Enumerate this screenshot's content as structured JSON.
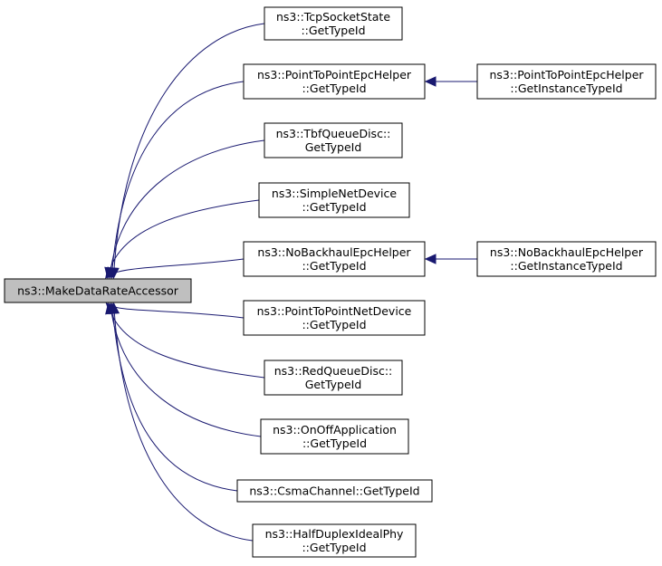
{
  "nodes": {
    "root": {
      "lines": [
        "ns3::MakeDataRateAccessor"
      ]
    },
    "tcp": {
      "lines": [
        "ns3::TcpSocketState",
        "::GetTypeId"
      ]
    },
    "p2pepc": {
      "lines": [
        "ns3::PointToPointEpcHelper",
        "::GetTypeId"
      ]
    },
    "p2pepc_inst": {
      "lines": [
        "ns3::PointToPointEpcHelper",
        "::GetInstanceTypeId"
      ]
    },
    "tbf": {
      "lines": [
        "ns3::TbfQueueDisc::",
        "GetTypeId"
      ]
    },
    "simple": {
      "lines": [
        "ns3::SimpleNetDevice",
        "::GetTypeId"
      ]
    },
    "nobackhaul": {
      "lines": [
        "ns3::NoBackhaulEpcHelper",
        "::GetTypeId"
      ]
    },
    "nobackhaul_inst": {
      "lines": [
        "ns3::NoBackhaulEpcHelper",
        "::GetInstanceTypeId"
      ]
    },
    "p2pnet": {
      "lines": [
        "ns3::PointToPointNetDevice",
        "::GetTypeId"
      ]
    },
    "red": {
      "lines": [
        "ns3::RedQueueDisc::",
        "GetTypeId"
      ]
    },
    "onoff": {
      "lines": [
        "ns3::OnOffApplication",
        "::GetTypeId"
      ]
    },
    "csma": {
      "lines": [
        "ns3::CsmaChannel::GetTypeId"
      ]
    },
    "halfduplex": {
      "lines": [
        "ns3::HalfDuplexIdealPhy",
        "::GetTypeId"
      ]
    }
  },
  "edges": [
    {
      "from": "tcp",
      "to": "root"
    },
    {
      "from": "p2pepc",
      "to": "root"
    },
    {
      "from": "tbf",
      "to": "root"
    },
    {
      "from": "simple",
      "to": "root"
    },
    {
      "from": "nobackhaul",
      "to": "root"
    },
    {
      "from": "p2pnet",
      "to": "root"
    },
    {
      "from": "red",
      "to": "root"
    },
    {
      "from": "onoff",
      "to": "root"
    },
    {
      "from": "csma",
      "to": "root"
    },
    {
      "from": "halfduplex",
      "to": "root"
    },
    {
      "from": "p2pepc_inst",
      "to": "p2pepc"
    },
    {
      "from": "nobackhaul_inst",
      "to": "nobackhaul"
    }
  ],
  "colors": {
    "edge": "#191970",
    "root_fill": "#bfbfbf",
    "node_fill": "#ffffff",
    "border": "#000000"
  }
}
